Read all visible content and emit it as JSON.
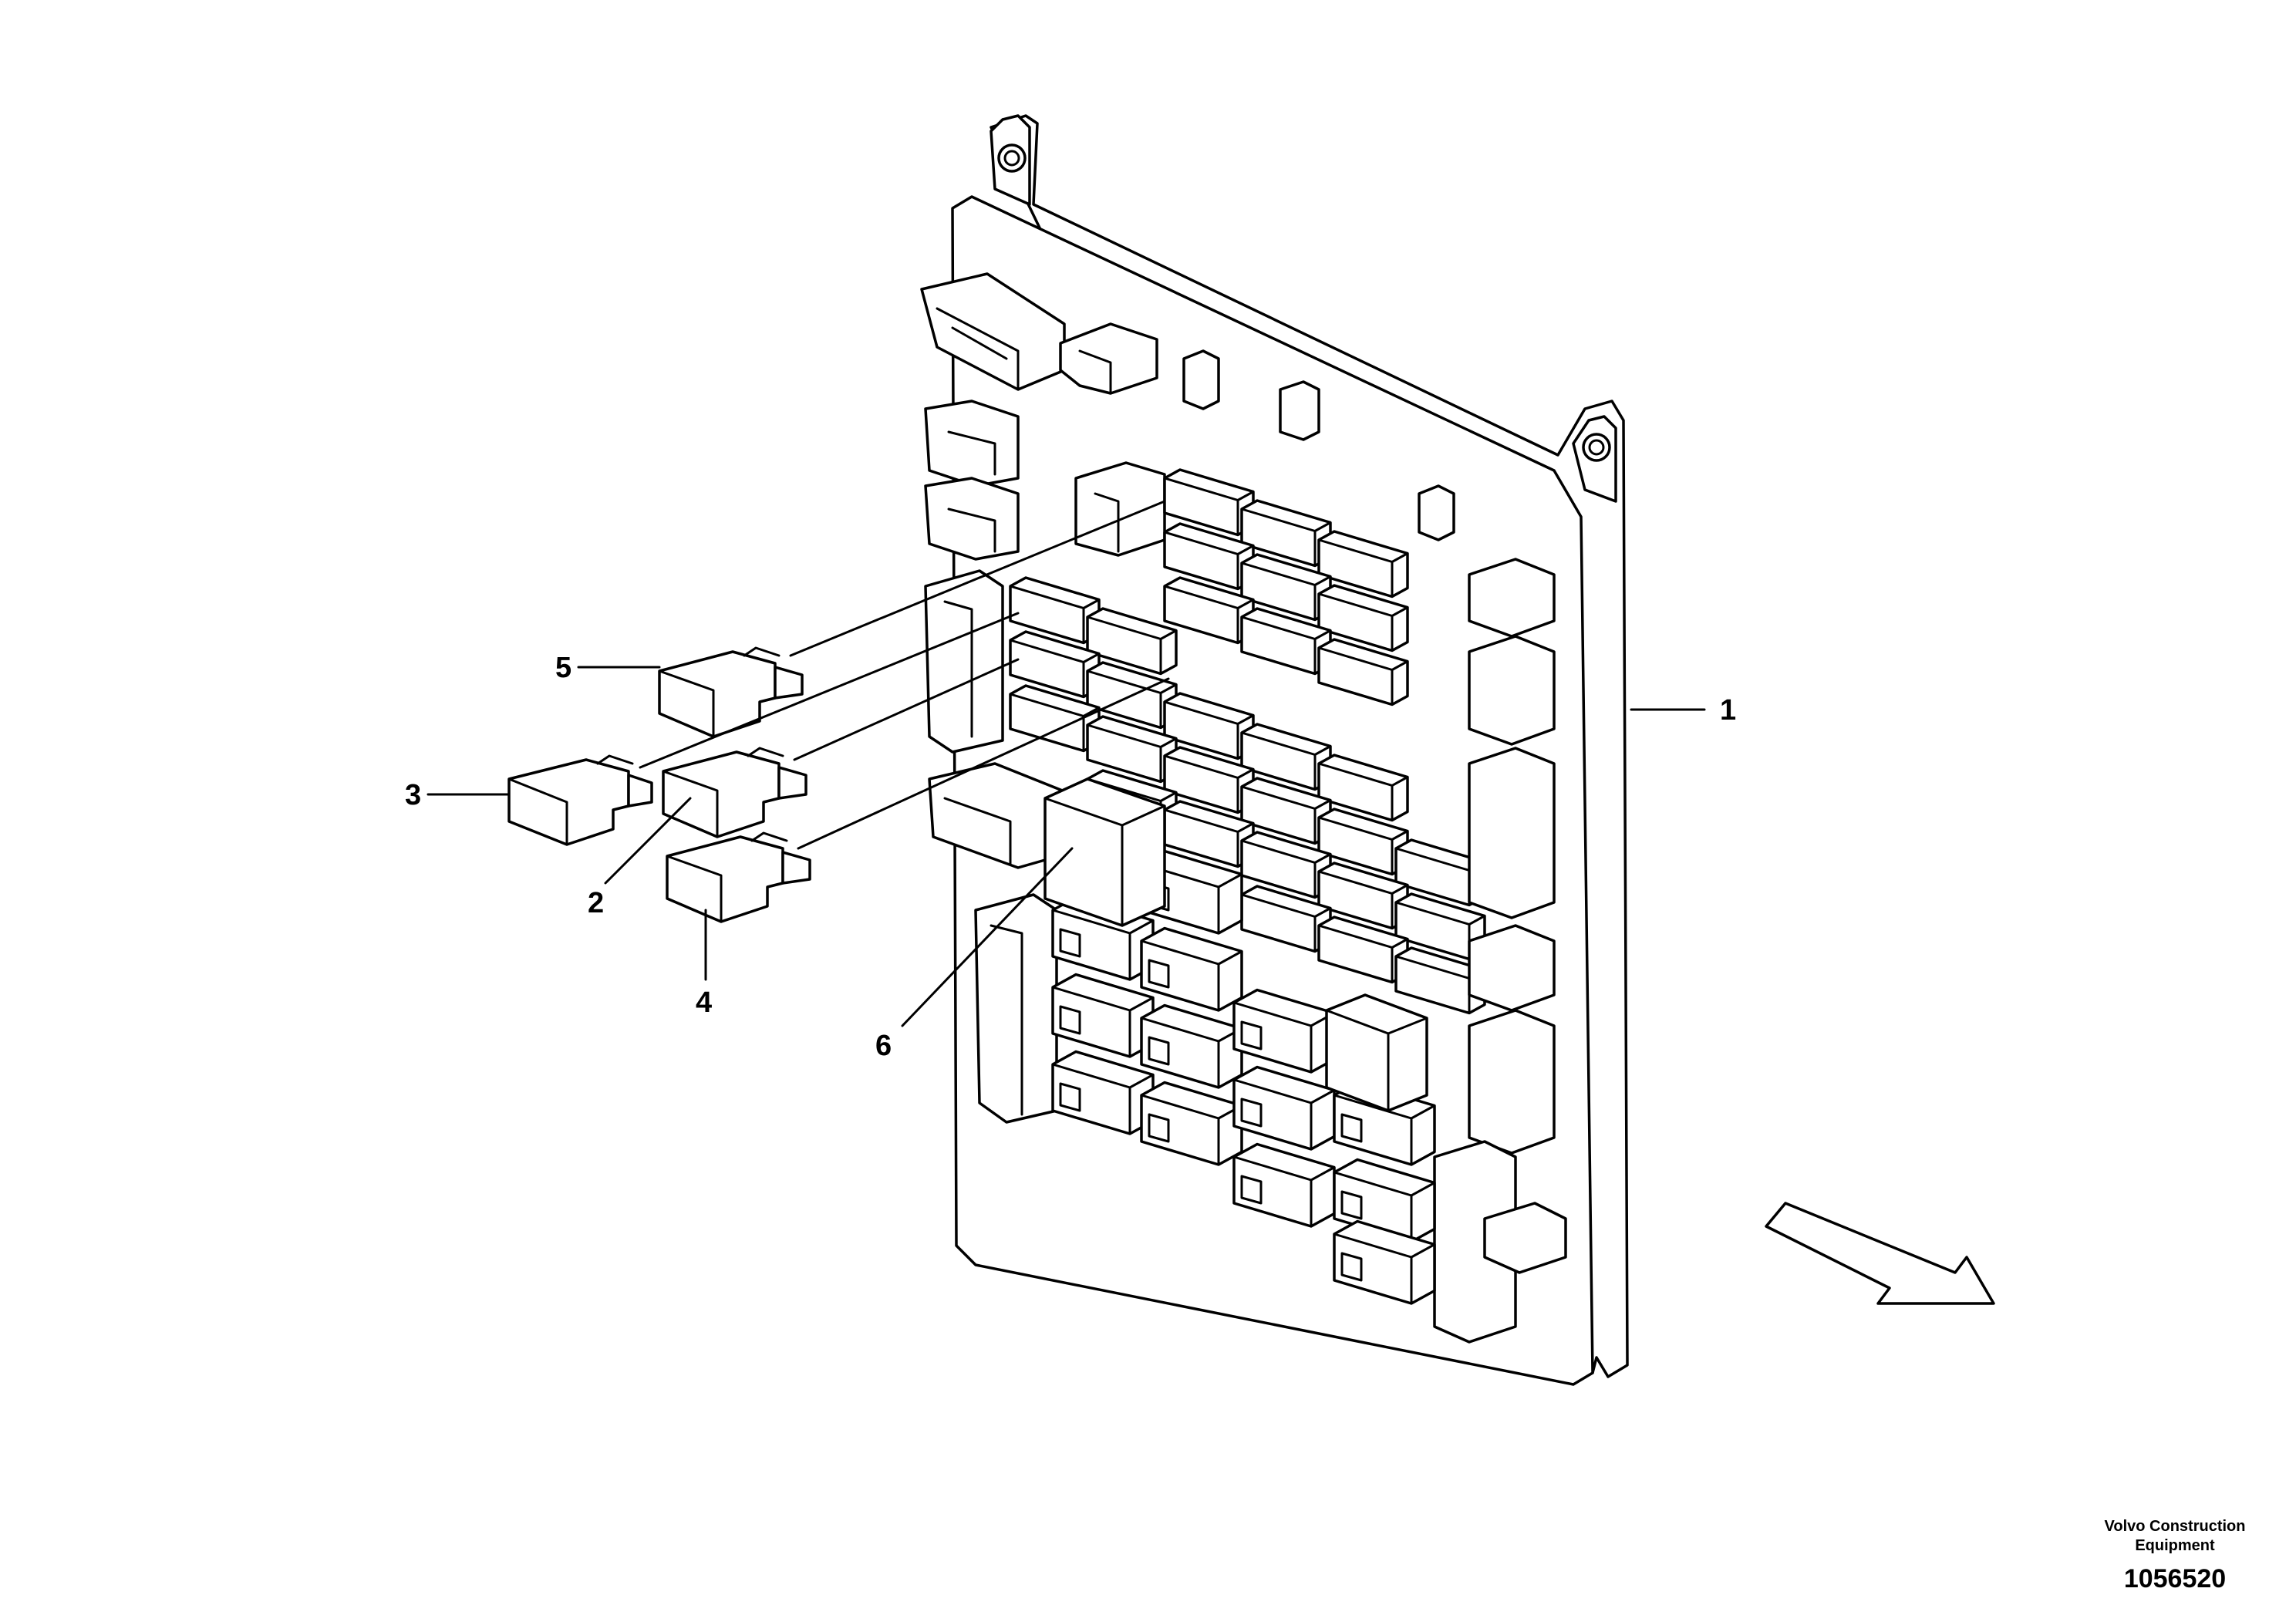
{
  "callouts": [
    {
      "id": "1",
      "label": "1"
    },
    {
      "id": "2",
      "label": "2"
    },
    {
      "id": "3",
      "label": "3"
    },
    {
      "id": "4",
      "label": "4"
    },
    {
      "id": "5",
      "label": "5"
    },
    {
      "id": "6",
      "label": "6"
    }
  ],
  "brand": {
    "line1": "Volvo Construction",
    "line2": "Equipment"
  },
  "document_number": "1056520",
  "direction_arrow": "arrow-icon"
}
